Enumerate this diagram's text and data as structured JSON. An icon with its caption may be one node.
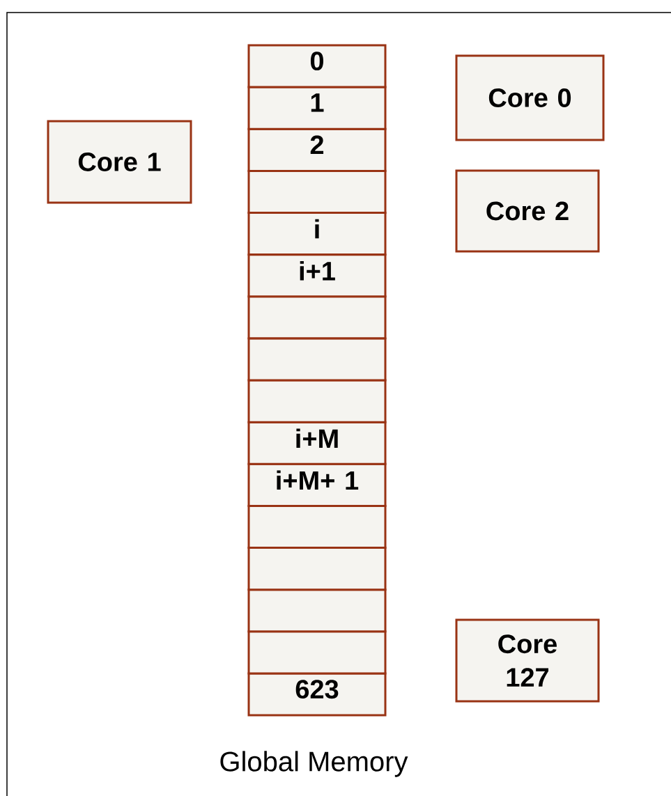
{
  "diagram": {
    "nodes": [
      {
        "text": [
          "0"
        ]
      },
      {
        "text": [
          "1"
        ]
      },
      {
        "text": [
          "2"
        ]
      },
      {
        "text": [],
        "shape": "box"
      },
      {
        "text": [
          "i"
        ]
      },
      {
        "text": [
          "i+1"
        ]
      },
      {
        "text": [],
        "shape": "box"
      },
      {
        "text": [],
        "shape": "box"
      },
      {
        "text": [],
        "shape": "box"
      },
      {
        "text": [
          "i+M"
        ]
      },
      {
        "text": [
          "i+M+ 1"
        ]
      },
      {
        "text": [],
        "shape": "box"
      },
      {
        "text": [],
        "shape": "box"
      },
      {
        "text": [],
        "shape": "box"
      },
      {
        "text": [],
        "shape": "box"
      },
      {
        "text": [
          "623"
        ]
      },
      {
        "text": [
          "Core 0"
        ]
      },
      {
        "text": [
          "Core 1"
        ]
      },
      {
        "text": [
          "Core 2"
        ]
      },
      {
        "text": [
          "Core 127"
        ]
      }
    ],
    "labels": [
      "Global Memory"
    ]
  }
}
